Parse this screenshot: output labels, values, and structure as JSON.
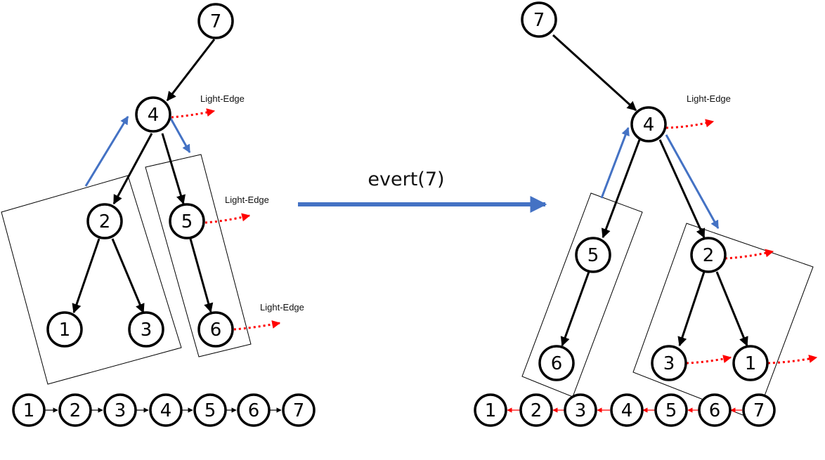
{
  "operation": {
    "label": "evert(7)",
    "arrow_color": "#4472c4"
  },
  "light_edge_label": "Light-Edge",
  "colors": {
    "node_stroke": "#000000",
    "path_arrow": "#4472c4",
    "light_edge": "#ff0000",
    "list_link_right": "#ff0000"
  },
  "left_tree": {
    "nodes": [
      "7",
      "4",
      "2",
      "5",
      "1",
      "3",
      "6"
    ],
    "light_edge_labels": [
      "Light-Edge",
      "Light-Edge",
      "Light-Edge"
    ],
    "sequence": [
      "1",
      "2",
      "3",
      "4",
      "5",
      "6",
      "7"
    ]
  },
  "right_tree": {
    "nodes": [
      "7",
      "4",
      "5",
      "2",
      "6",
      "3",
      "1"
    ],
    "light_edge_labels": [
      "Light-Edge"
    ],
    "sequence": [
      "1",
      "2",
      "3",
      "4",
      "5",
      "6",
      "7"
    ]
  }
}
